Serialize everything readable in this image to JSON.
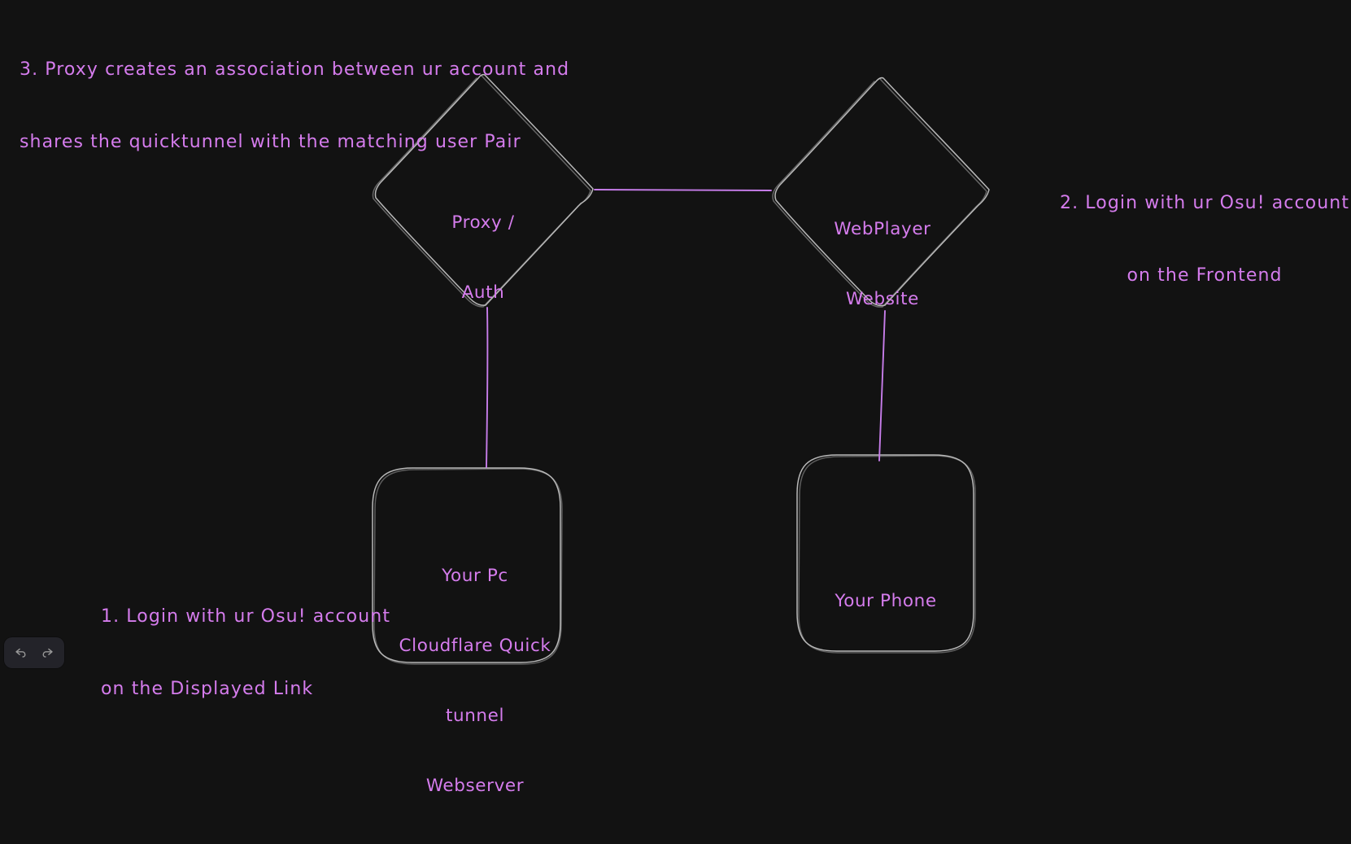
{
  "app": {
    "background_color": "#121212",
    "stroke_color": "#c9c9c9",
    "accent_color": "#d57ced",
    "connector_color": "#c77dea"
  },
  "notes": [
    {
      "id": "note-3",
      "line1": "3. Proxy creates an association between ur account and",
      "line2": "shares the quicktunnel with the matching user Pair"
    },
    {
      "id": "note-2",
      "line1": "2. Login with ur Osu! account",
      "line2": "on the Frontend"
    },
    {
      "id": "note-1",
      "line1": "1. Login with ur Osu! account",
      "line2": "on the Displayed Link"
    }
  ],
  "nodes": {
    "proxy_auth": {
      "shape": "diamond",
      "line1": "Proxy /",
      "line2": "Auth"
    },
    "webplayer": {
      "shape": "diamond",
      "line1": "WebPlayer",
      "line2": "Website"
    },
    "your_pc": {
      "shape": "rounded-rect",
      "line1": "Your Pc",
      "line2": "Cloudflare Quick",
      "line3": "tunnel",
      "line4": "Webserver"
    },
    "your_phone": {
      "shape": "rounded-rect",
      "line1": "Your Phone"
    }
  },
  "connectors": [
    {
      "name": "proxy-to-webplayer",
      "from": "proxy_auth",
      "to": "webplayer"
    },
    {
      "name": "proxy-to-your-pc",
      "from": "proxy_auth",
      "to": "your_pc"
    },
    {
      "name": "webplayer-to-your-phone",
      "from": "webplayer",
      "to": "your_phone"
    }
  ],
  "toolbar": {
    "undo_label": "undo-icon",
    "redo_label": "redo-icon"
  }
}
